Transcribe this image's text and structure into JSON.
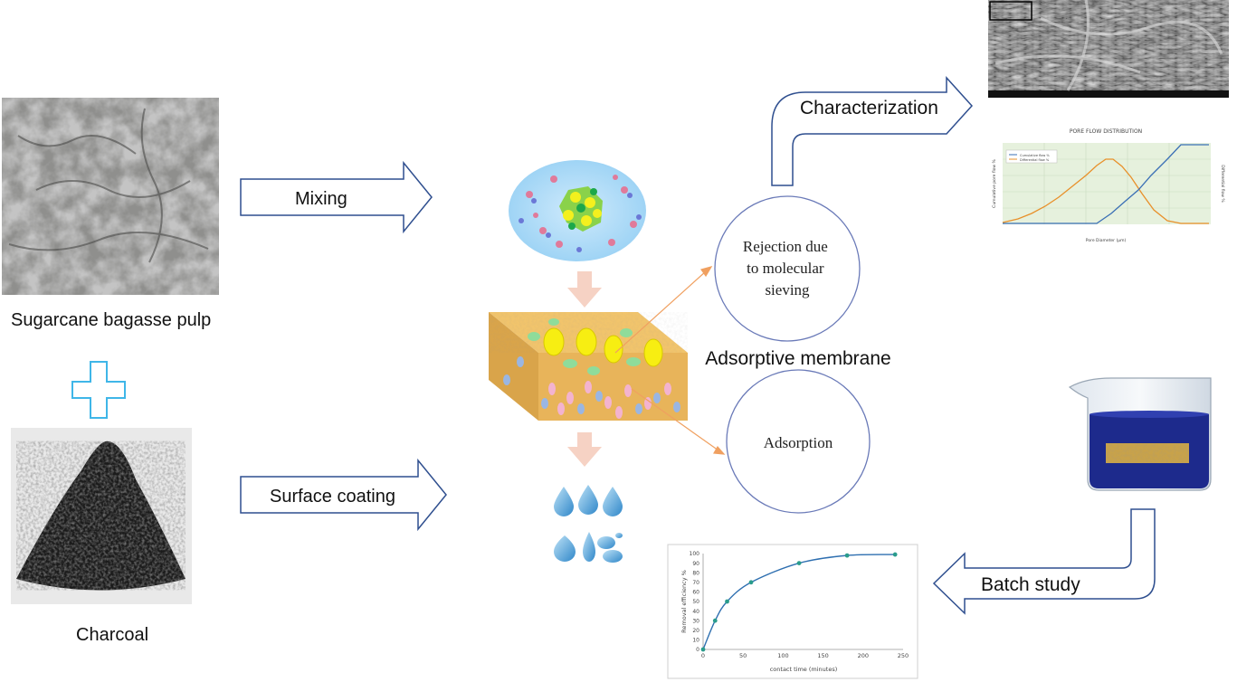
{
  "labels": {
    "bagasse": "Sugarcane bagasse pulp",
    "charcoal": "Charcoal",
    "mixing": "Mixing",
    "surface_coating": "Surface coating",
    "characterization": "Characterization",
    "adsorptive_membrane": "Adsorptive membrane",
    "batch_study": "Batch study",
    "rejection_lines": [
      "Rejection due",
      "to molecular",
      "sieving"
    ],
    "adsorption": "Adsorption"
  },
  "colors": {
    "arrow_outline": "#2f4f8f",
    "plus_outline": "#3fb6e8",
    "flow_arrow": "#f6d2c4",
    "pointer_line": "#f0a060",
    "droplet": "#4ea3d8",
    "membrane": "#e8b45a",
    "beaker_liquid": "#1d2a8c",
    "curve": "#2e6fb0",
    "marker": "#2a9c8c"
  },
  "pore_chart": {
    "title": "PORE FLOW DISTRIBUTION",
    "legend": [
      "Cumulative flow %",
      "Differential flow %"
    ],
    "xlabel": "Pore Diameter (µm)",
    "ylabel_left": "Cumulative pore flow %",
    "ylabel_right": "Differential flow %"
  },
  "chart_data": {
    "type": "line",
    "title": "",
    "xlabel": "contact time (minutes)",
    "ylabel": "Removal efficiency %",
    "xlim": [
      0,
      250
    ],
    "ylim": [
      0,
      100
    ],
    "xticks": [
      0,
      50,
      100,
      150,
      200,
      250
    ],
    "yticks": [
      0,
      10,
      20,
      30,
      40,
      50,
      60,
      70,
      80,
      90,
      100
    ],
    "grid": false,
    "series": [
      {
        "x": [
          0,
          15,
          30,
          60,
          120,
          180,
          240
        ],
        "y": [
          0,
          30,
          50,
          70,
          90,
          98,
          99
        ]
      }
    ]
  }
}
